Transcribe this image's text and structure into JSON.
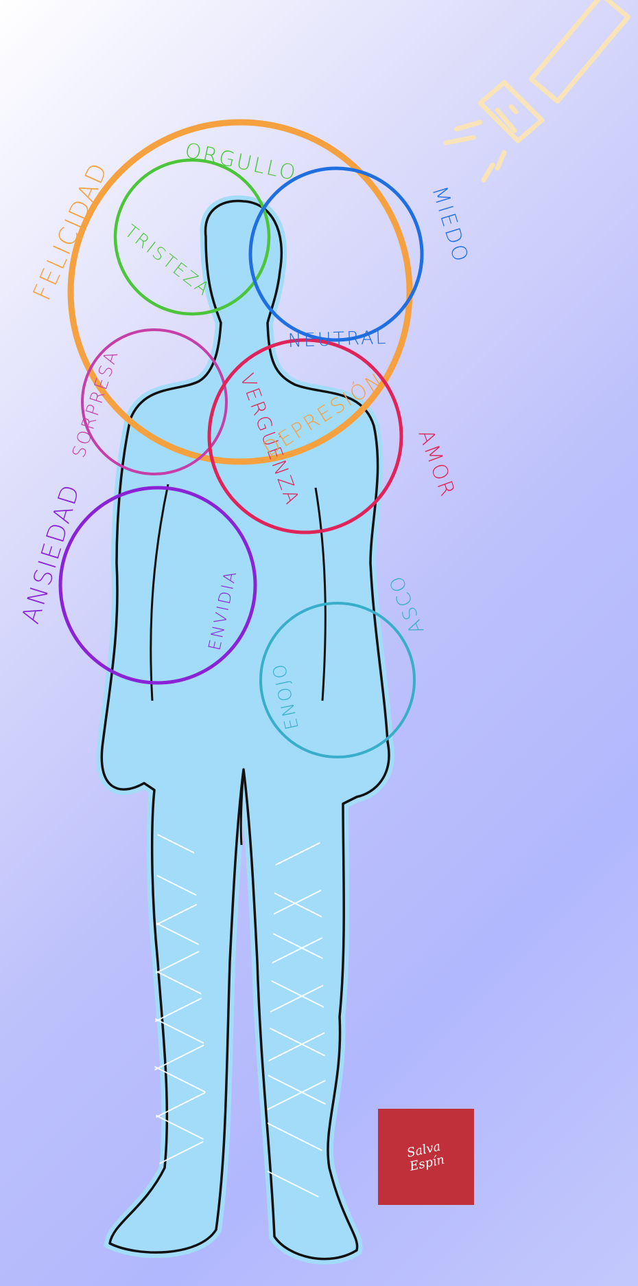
{
  "emotions": {
    "felicidad": {
      "label": "FELICIDAD",
      "color": "#f6a13f"
    },
    "orgullo": {
      "label": "ORGULLO",
      "color": "#4cc53a"
    },
    "tristeza": {
      "label": "TRISTEZA",
      "color": "#4cc53a"
    },
    "miedo": {
      "label": "MIEDO",
      "color": "#1f6fe0"
    },
    "neutral": {
      "label": "NEUTRAL",
      "color": "#1f6fe0"
    },
    "sorpresa": {
      "label": "SORPRESA",
      "color": "#c440a8"
    },
    "verguenza": {
      "label": "VERGÜENZA",
      "color": "#e0245a"
    },
    "depresion": {
      "label": "DEPRESIÓN",
      "color": "#f6a13f"
    },
    "amor": {
      "label": "AMOR",
      "color": "#e0245a"
    },
    "ansiedad": {
      "label": "ANSIEDAD",
      "color": "#8a22d6"
    },
    "envidia": {
      "label": "ENVIDIA",
      "color": "#8a22d6"
    },
    "asco": {
      "label": "ASCO",
      "color": "#38aec8"
    },
    "enojo": {
      "label": "ENOJO",
      "color": "#38aec8"
    }
  },
  "figure": {
    "fill_color": "#a2dcf9",
    "outline_color": "#111111",
    "icon": "human-silhouette-icon"
  },
  "flashlight": {
    "icon": "flashlight-icon",
    "color": "#f9e3b8"
  },
  "logo": {
    "text": "Salva\nEspín",
    "color": "#c0303a"
  }
}
